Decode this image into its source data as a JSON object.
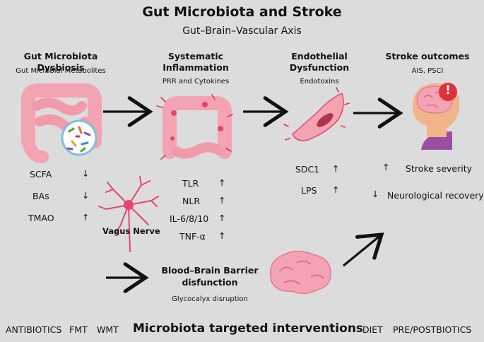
{
  "title": "Gut Microbiota and Stroke",
  "subtitle": "Gut–Brain–Vascular Axis",
  "columns": {
    "dysbiosis": {
      "title": "Gut Microbiota Dysbiosis",
      "subtitle": "Gut Microbial Metabolites"
    },
    "inflammation": {
      "title_line1": "Systematic",
      "title_line2": "Inflammation",
      "subtitle": "PRR and Cytokines"
    },
    "endothelial": {
      "title_line1": "Endothelial",
      "title_line2": "Dysfunction",
      "subtitle": "Endotoxins"
    },
    "outcomes": {
      "title": "Stroke outcomes",
      "subtitle": "AIS, PSCI"
    }
  },
  "metabolites": [
    {
      "label": "SCFA",
      "arrow": "↓"
    },
    {
      "label": "BAs",
      "arrow": "↓"
    },
    {
      "label": "TMAO",
      "arrow": "↑"
    }
  ],
  "inflammation_markers": [
    {
      "label": "TLR",
      "arrow": "↑"
    },
    {
      "label": "NLR",
      "arrow": "↑"
    },
    {
      "label": "IL-6/8/10",
      "arrow": "↑"
    },
    {
      "label": "TNF-α",
      "arrow": "↑"
    }
  ],
  "endothelial_markers": [
    {
      "label": "SDC1",
      "arrow": "↑"
    },
    {
      "label": "LPS",
      "arrow": "↑"
    }
  ],
  "outcome_markers": [
    {
      "arrow": "↑",
      "label": "Stroke severity"
    },
    {
      "arrow": "↓",
      "label": "Neurological recovery"
    }
  ],
  "vagus_label": "Vagus Nerve",
  "bbb": {
    "title_line1": "Blood–Brain Barrier",
    "title_line2": "disfunction",
    "subtitle": "Glycocalyx disruption"
  },
  "alert_glyph": "!",
  "interventions": {
    "title": "Microbiota targeted interventions",
    "items_left": [
      "ANTIBIOTICS",
      "FMT",
      "WMT"
    ],
    "items_right": [
      "DIET",
      "PRE/POSTBIOTICS"
    ]
  },
  "colors": {
    "gut_pink": "#f4a3b2",
    "inflamed_red": "#e2476a",
    "alert_red": "#e0313b",
    "head_purple": "#9a4ea1",
    "skin": "#f2b48a",
    "brain": "#f3a3b4"
  }
}
